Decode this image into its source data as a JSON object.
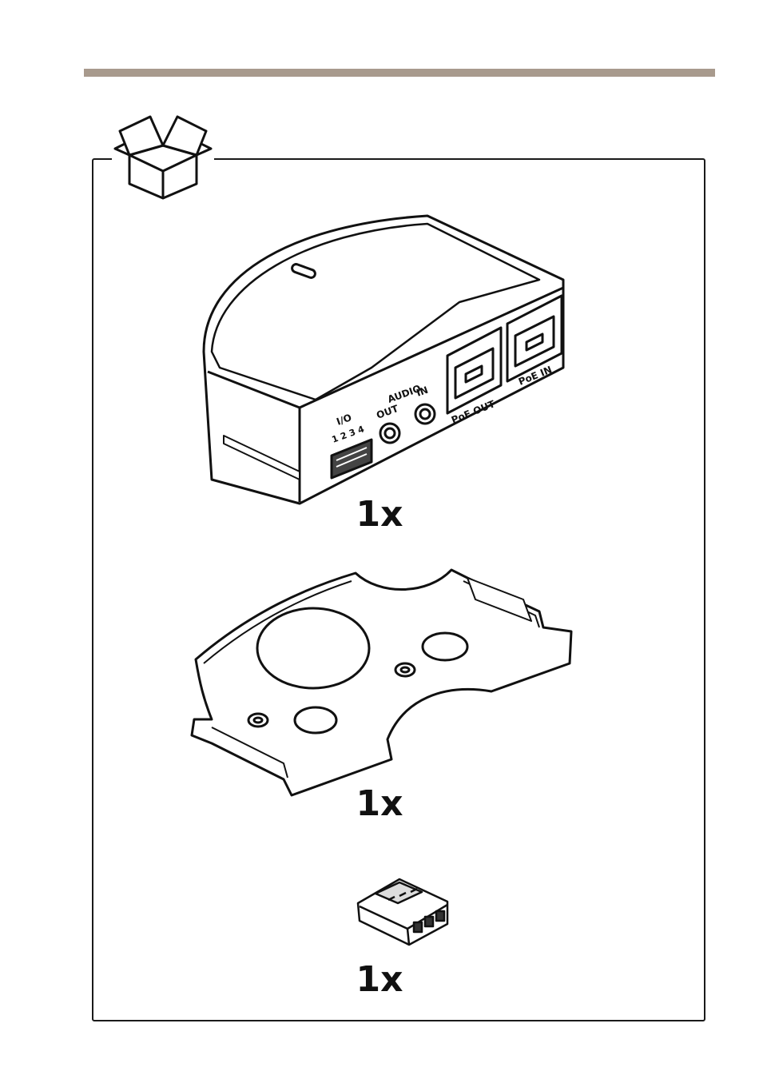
{
  "items": [
    {
      "name": "Audio and I/O interface unit",
      "labels": {
        "io": "I/O",
        "io_pins": "1 2 3 4",
        "audio": "AUDIO",
        "out": "OUT",
        "in": "IN",
        "poe_out": "PoE OUT",
        "poe_in": "PoE IN"
      },
      "quantity": "1x"
    },
    {
      "name": "Mounting bracket",
      "quantity": "1x"
    },
    {
      "name": "I/O connector block",
      "quantity": "1x"
    }
  ],
  "icons": {
    "package": "open-box-icon"
  },
  "colors": {
    "header_bar": "#a89a8d",
    "frame": "#1a1a1a"
  }
}
